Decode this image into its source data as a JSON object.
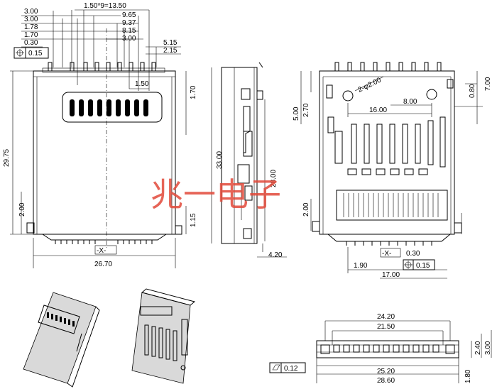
{
  "watermark": "兆一电子",
  "datum": "-X-",
  "top_view": {
    "dims_top": [
      "1.50*9=13.50",
      "3.00",
      "9.65",
      "3.00",
      "9.37",
      "1.78",
      "8.15",
      "1.70",
      "3.00",
      "0.30",
      "5.15",
      "2.15"
    ],
    "tolerance_value": "0.15",
    "pitch_label": "1.50",
    "side_left": [
      "29.75",
      "2.00"
    ],
    "side_right": [
      "1.70",
      "1.15"
    ],
    "bottom": "26.70"
  },
  "side_view": {
    "height": "33.00",
    "inner": "28.00",
    "thickness": "4.20"
  },
  "bottom_view": {
    "hole_label": "2-φ2.00",
    "dims": [
      "8.00",
      "16.00",
      "5.00",
      "2.70",
      "0.80",
      "7.00",
      "2.00",
      "0.30",
      "1.90",
      "17.00"
    ],
    "tolerance_value": "0.15"
  },
  "end_view": {
    "dims": [
      "24.20",
      "21.50",
      "25.20",
      "28.60",
      "1.80",
      "2.40",
      "3.00"
    ],
    "flatness": "0.12"
  }
}
